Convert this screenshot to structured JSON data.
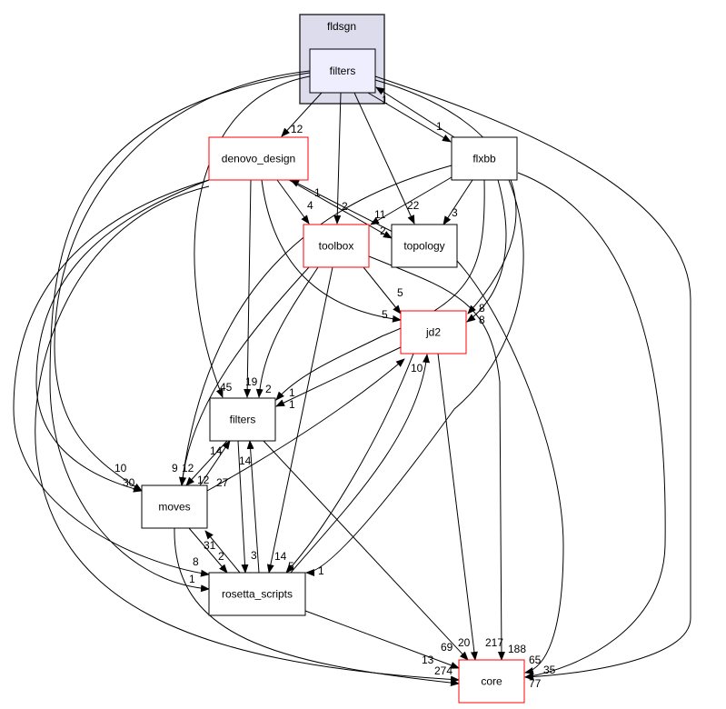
{
  "cluster": {
    "label": "fldsgn",
    "fill": "#dcdcec",
    "stroke": "#333333"
  },
  "nodes": {
    "fldsgn_filters": {
      "label": "filters",
      "fill": "#eeeeff",
      "stroke": "#000000"
    },
    "denovo_design": {
      "label": "denovo_design",
      "fill": "#ffffff",
      "stroke": "#ff0000"
    },
    "flxbb": {
      "label": "flxbb",
      "fill": "#ffffff",
      "stroke": "#000000"
    },
    "toolbox": {
      "label": "toolbox",
      "fill": "#ffffff",
      "stroke": "#ff0000"
    },
    "topology": {
      "label": "topology",
      "fill": "#ffffff",
      "stroke": "#000000"
    },
    "jd2": {
      "label": "jd2",
      "fill": "#ffffff",
      "stroke": "#ff0000"
    },
    "filters": {
      "label": "filters",
      "fill": "#ffffff",
      "stroke": "#000000"
    },
    "moves": {
      "label": "moves",
      "fill": "#ffffff",
      "stroke": "#000000"
    },
    "rosetta_scripts": {
      "label": "rosetta_scripts",
      "fill": "#ffffff",
      "stroke": "#000000"
    },
    "core": {
      "label": "core",
      "fill": "#ffffff",
      "stroke": "#ff0000"
    }
  },
  "edges": [
    {
      "from": "fldsgn_filters",
      "to": "denovo_design",
      "label": "12"
    },
    {
      "from": "fldsgn_filters",
      "to": "toolbox",
      "label": "2"
    },
    {
      "from": "fldsgn_filters",
      "to": "topology",
      "label": "22"
    },
    {
      "from": "fldsgn_filters",
      "to": "flxbb",
      "label": "1"
    },
    {
      "from": "flxbb",
      "to": "fldsgn_filters",
      "label": "1"
    },
    {
      "from": "fldsgn_filters",
      "to": "jd2",
      "label": "8"
    },
    {
      "from": "fldsgn_filters",
      "to": "core",
      "label": "35"
    },
    {
      "from": "fldsgn_filters",
      "to": "filters",
      "label": "45"
    },
    {
      "from": "fldsgn_filters",
      "to": "moves",
      "label": "30"
    },
    {
      "from": "fldsgn_filters",
      "to": "rosetta_scripts",
      "label": "1"
    },
    {
      "from": "denovo_design",
      "to": "toolbox",
      "label": "4"
    },
    {
      "from": "denovo_design",
      "to": "topology",
      "label": "11"
    },
    {
      "from": "topology",
      "to": "denovo_design",
      "label": "1"
    },
    {
      "from": "denovo_design",
      "to": "jd2",
      "label": "5"
    },
    {
      "from": "denovo_design",
      "to": "filters",
      "label": "19"
    },
    {
      "from": "denovo_design",
      "to": "moves",
      "label": "10"
    },
    {
      "from": "denovo_design",
      "to": "rosetta_scripts",
      "label": "8"
    },
    {
      "from": "denovo_design",
      "to": "core",
      "label": "274"
    },
    {
      "from": "flxbb",
      "to": "toolbox",
      "label": "2"
    },
    {
      "from": "flxbb",
      "to": "topology",
      "label": "3"
    },
    {
      "from": "flxbb",
      "to": "jd2",
      "label": "8"
    },
    {
      "from": "flxbb",
      "to": "filters",
      "label": "1"
    },
    {
      "from": "flxbb",
      "to": "moves",
      "label": "9"
    },
    {
      "from": "flxbb",
      "to": "rosetta_scripts",
      "label": "1"
    },
    {
      "from": "flxbb",
      "to": "core",
      "label": "77"
    },
    {
      "from": "toolbox",
      "to": "jd2",
      "label": "5"
    },
    {
      "from": "toolbox",
      "to": "filters",
      "label": "2"
    },
    {
      "from": "toolbox",
      "to": "moves",
      "label": "12"
    },
    {
      "from": "toolbox",
      "to": "rosetta_scripts",
      "label": "14"
    },
    {
      "from": "toolbox",
      "to": "core",
      "label": "188"
    },
    {
      "from": "topology",
      "to": "core",
      "label": "65"
    },
    {
      "from": "jd2",
      "to": "filters",
      "label": "1"
    },
    {
      "from": "jd2",
      "to": "moves",
      "label": "27"
    },
    {
      "from": "jd2",
      "to": "rosetta_scripts",
      "label": "5"
    },
    {
      "from": "rosetta_scripts",
      "to": "jd2",
      "label": "10"
    },
    {
      "from": "jd2",
      "to": "core",
      "label": "217"
    },
    {
      "from": "filters",
      "to": "moves",
      "label": "12"
    },
    {
      "from": "moves",
      "to": "filters",
      "label": "14"
    },
    {
      "from": "filters",
      "to": "rosetta_scripts",
      "label": "3"
    },
    {
      "from": "rosetta_scripts",
      "to": "filters",
      "label": "14"
    },
    {
      "from": "filters",
      "to": "core",
      "label": "20"
    },
    {
      "from": "moves",
      "to": "rosetta_scripts",
      "label": "2"
    },
    {
      "from": "rosetta_scripts",
      "to": "moves",
      "label": "31"
    },
    {
      "from": "moves",
      "to": "core",
      "label": "13"
    },
    {
      "from": "rosetta_scripts",
      "to": "core",
      "label": "69"
    }
  ]
}
